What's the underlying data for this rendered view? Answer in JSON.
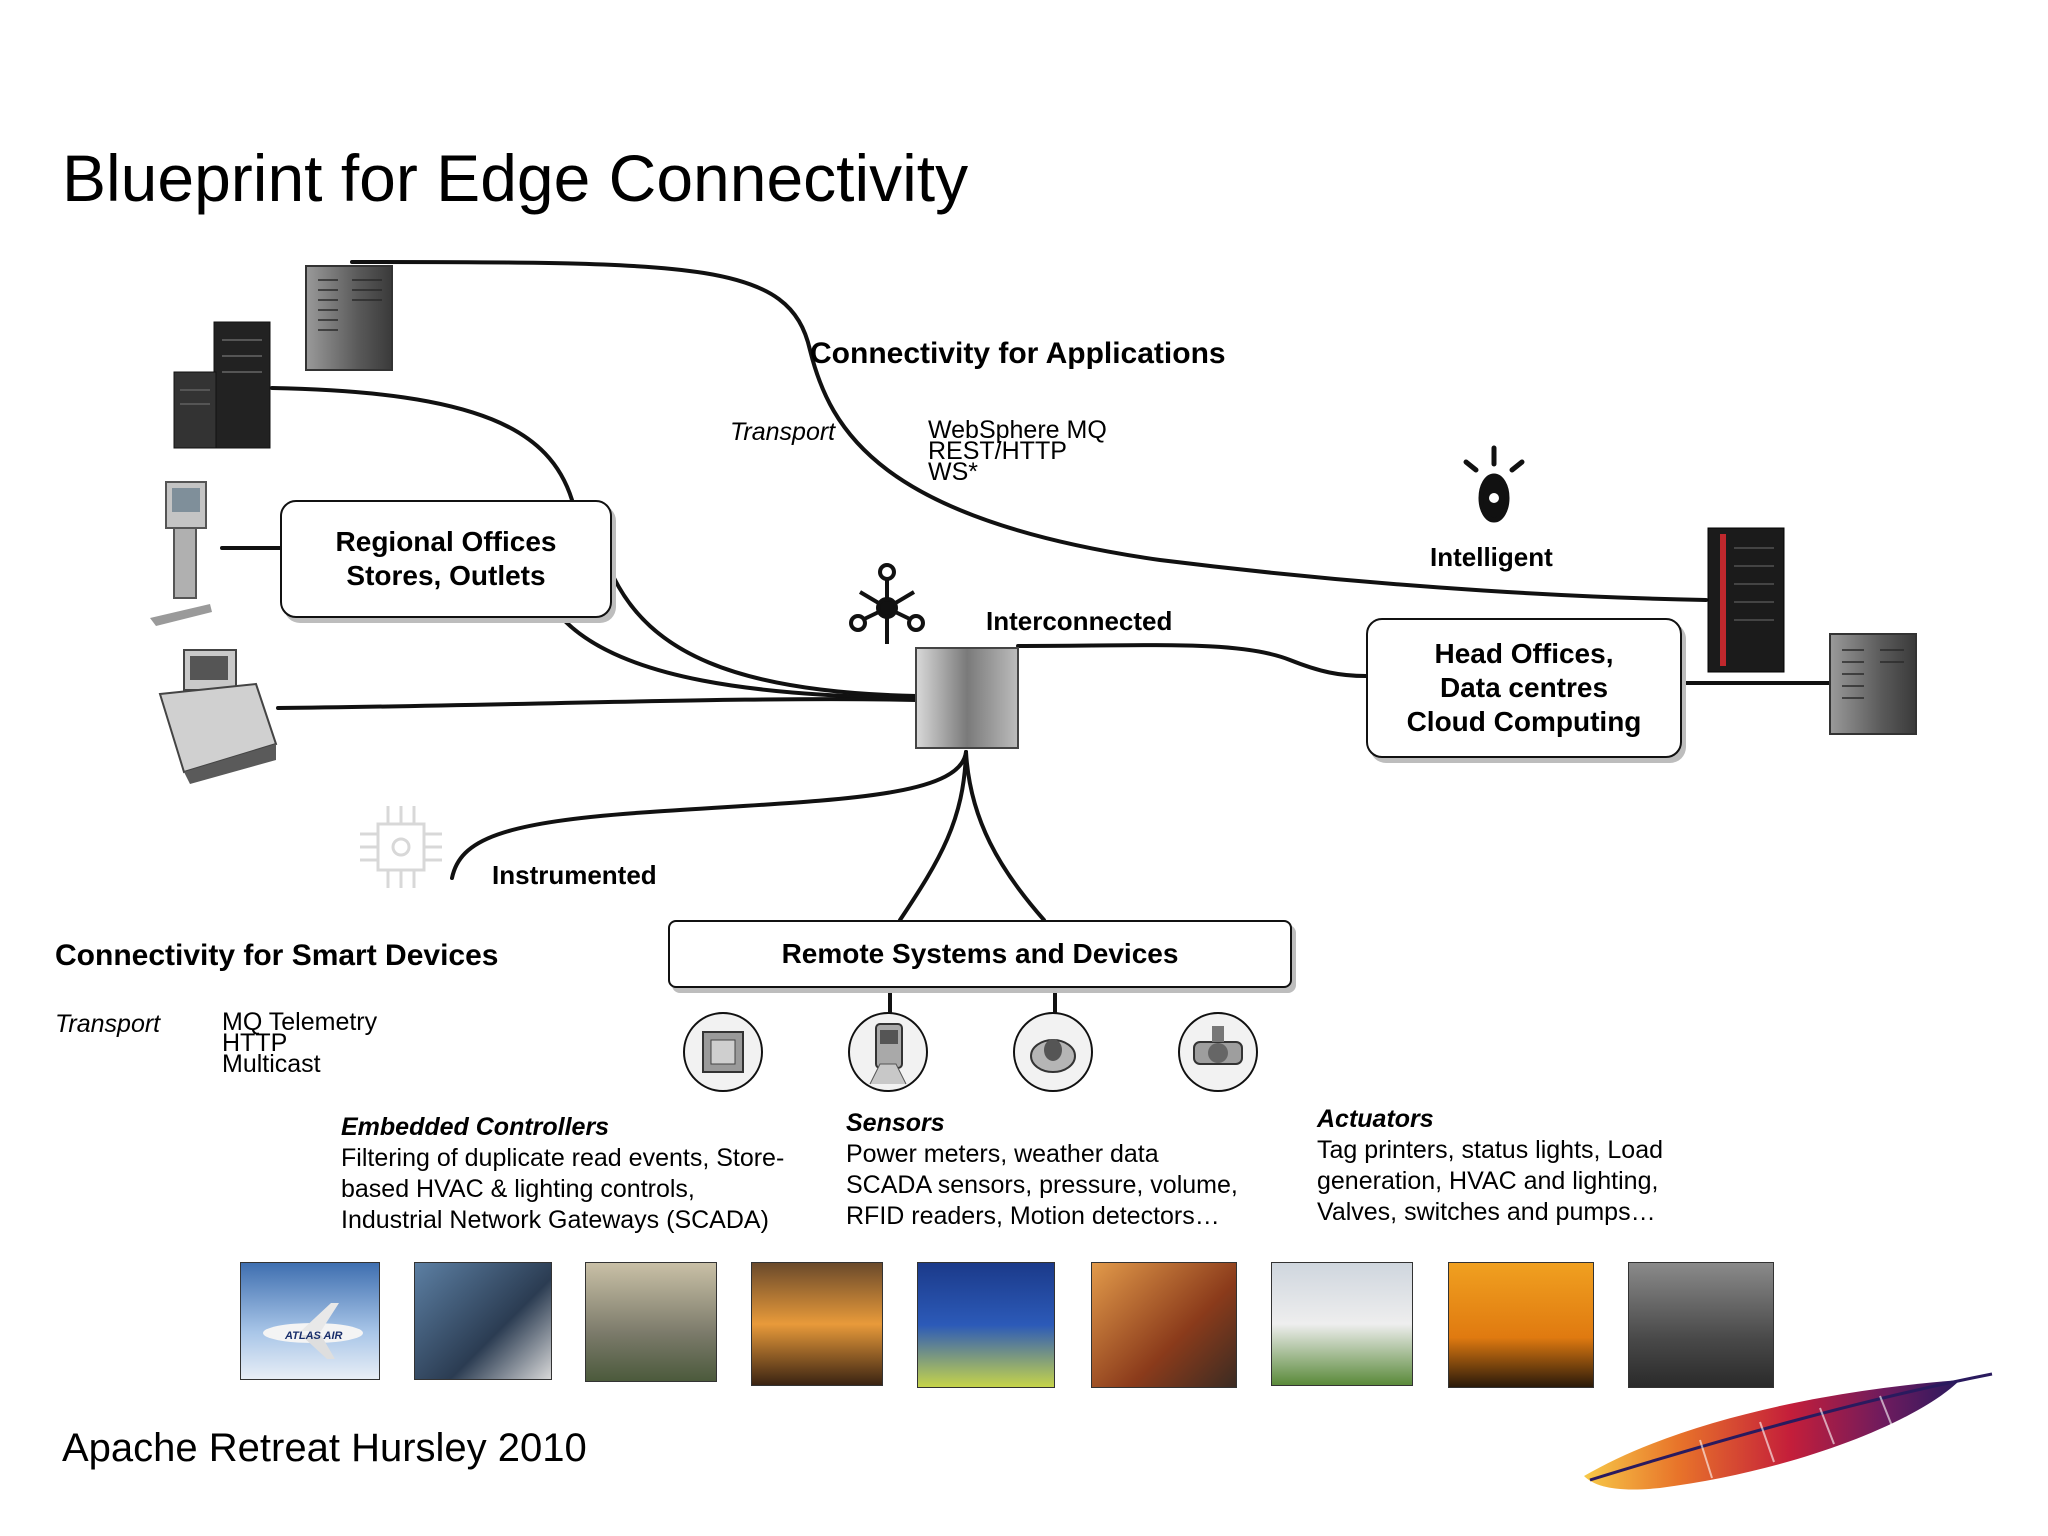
{
  "title": "Blueprint for Edge Connectivity",
  "footer": "Apache Retreat Hursley 2010",
  "app_section": {
    "heading": "Connectivity for Applications",
    "transport_label": "Transport",
    "protocols": [
      "WebSphere MQ",
      "REST/HTTP",
      "WS*"
    ]
  },
  "smart_section": {
    "heading": "Connectivity for Smart Devices",
    "transport_label": "Transport",
    "protocols": [
      "MQ Telemetry",
      "HTTP",
      "Multicast"
    ]
  },
  "labels": {
    "intelligent": "Intelligent",
    "interconnected": "Interconnected",
    "instrumented": "Instrumented"
  },
  "boxes": {
    "regional": [
      "Regional Offices",
      "Stores, Outlets"
    ],
    "head": [
      "Head Offices,",
      "Data centres",
      "Cloud Computing"
    ],
    "remote": "Remote Systems and Devices"
  },
  "categories": [
    {
      "heading": "Embedded Controllers",
      "lines": [
        "Filtering of duplicate read events, Store-",
        "based HVAC & lighting controls,",
        "Industrial Network Gateways (SCADA)"
      ]
    },
    {
      "heading": "Sensors",
      "lines": [
        "Power meters, weather data",
        "SCADA sensors, pressure, volume,",
        "RFID readers, Motion detectors…"
      ]
    },
    {
      "heading": "Actuators",
      "lines": [
        "Tag printers, status lights, Load",
        "generation, HVAC and lighting,",
        "Valves, switches and pumps…"
      ]
    }
  ],
  "photo_strip": [
    {
      "icon": "airplane-photo",
      "caption": "ATLAS AIR"
    },
    {
      "icon": "hospital-photo"
    },
    {
      "icon": "valve-pipes-photo"
    },
    {
      "icon": "oil-rig-photo"
    },
    {
      "icon": "field-worker-photo"
    },
    {
      "icon": "handheld-device-photo"
    },
    {
      "icon": "house-photo"
    },
    {
      "icon": "wind-turbines-photo"
    },
    {
      "icon": "car-traffic-photo"
    }
  ],
  "colors": {
    "line": "#111111",
    "hub": "#8a8a8a",
    "server_red": "#c0282d",
    "feather": [
      "#2a1a5e",
      "#c41e3a",
      "#f7c948"
    ]
  }
}
